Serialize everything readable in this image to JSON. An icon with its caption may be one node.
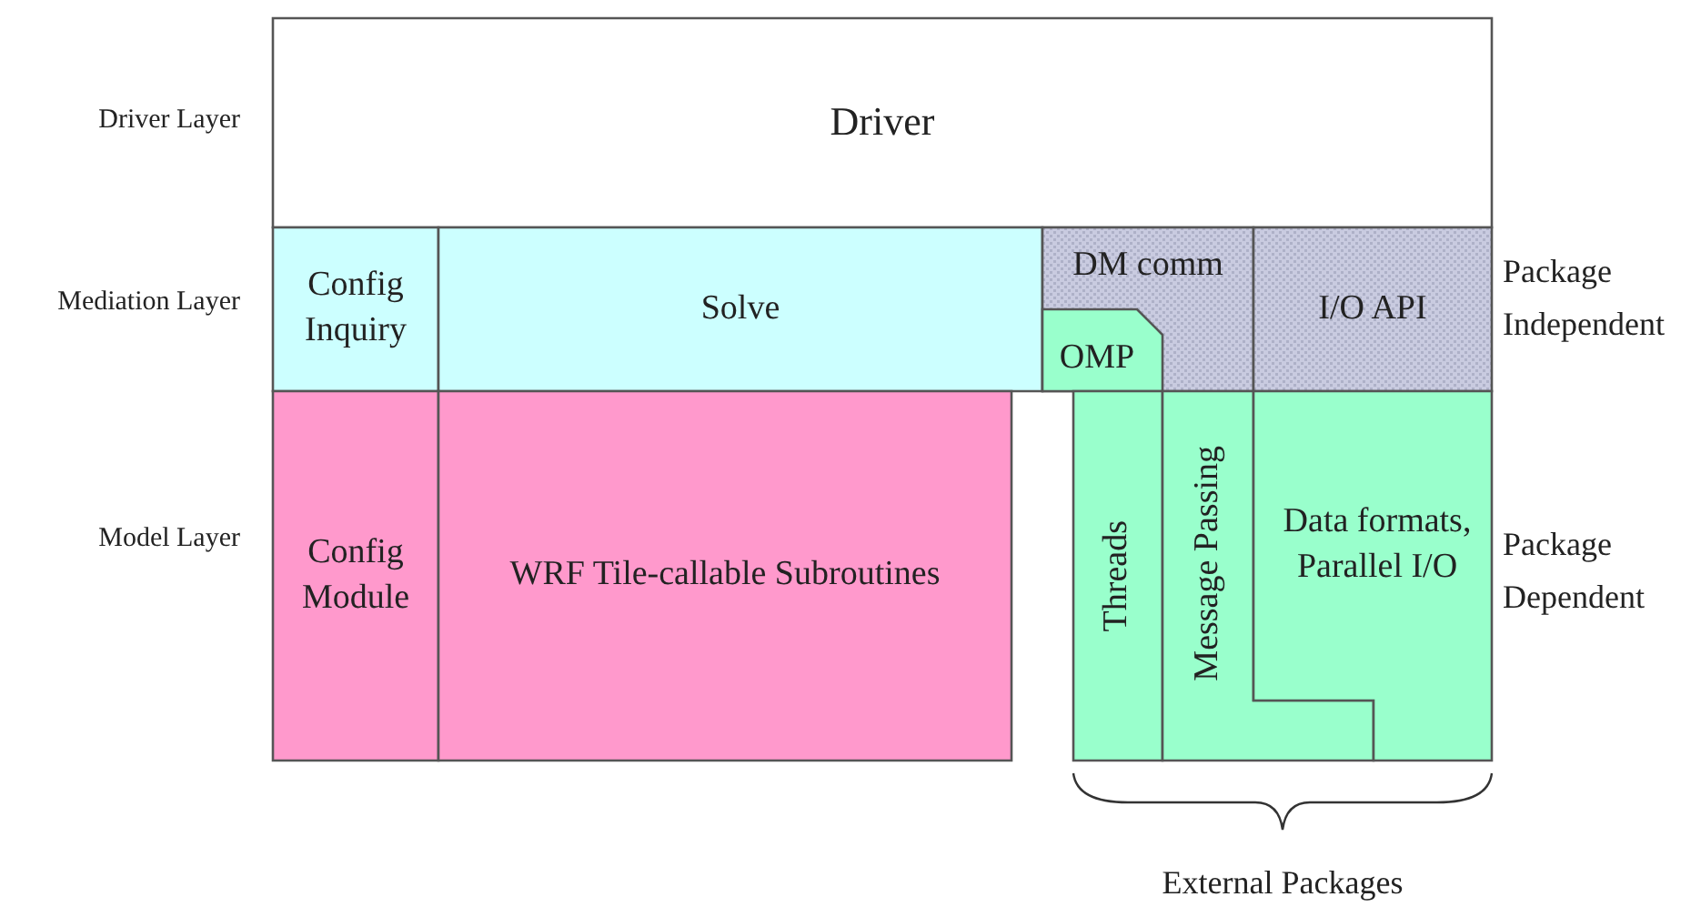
{
  "diagram": {
    "nodes": [
      {
        "text": [
          "Driver"
        ]
      },
      {
        "text": [
          "Config Inquiry"
        ]
      },
      {
        "text": [
          "Solve"
        ]
      },
      {
        "text": [
          "DM comm"
        ]
      },
      {
        "text": [
          "OMP"
        ],
        "in": 3
      },
      {
        "text": [
          "I/O API"
        ]
      },
      {
        "text": [
          "Config Module"
        ]
      },
      {
        "text": [
          "WRF Tile-callable Subroutines"
        ]
      },
      {
        "text": [
          "Threads"
        ]
      },
      {
        "text": [
          "Message Passing"
        ]
      },
      {
        "text": [
          "Data formats, Parallel I/O"
        ]
      }
    ],
    "labels": [
      "Driver Layer",
      "Mediation Layer",
      "Package Independent",
      "Model Layer",
      "Package Dependent",
      "External Packages"
    ]
  }
}
